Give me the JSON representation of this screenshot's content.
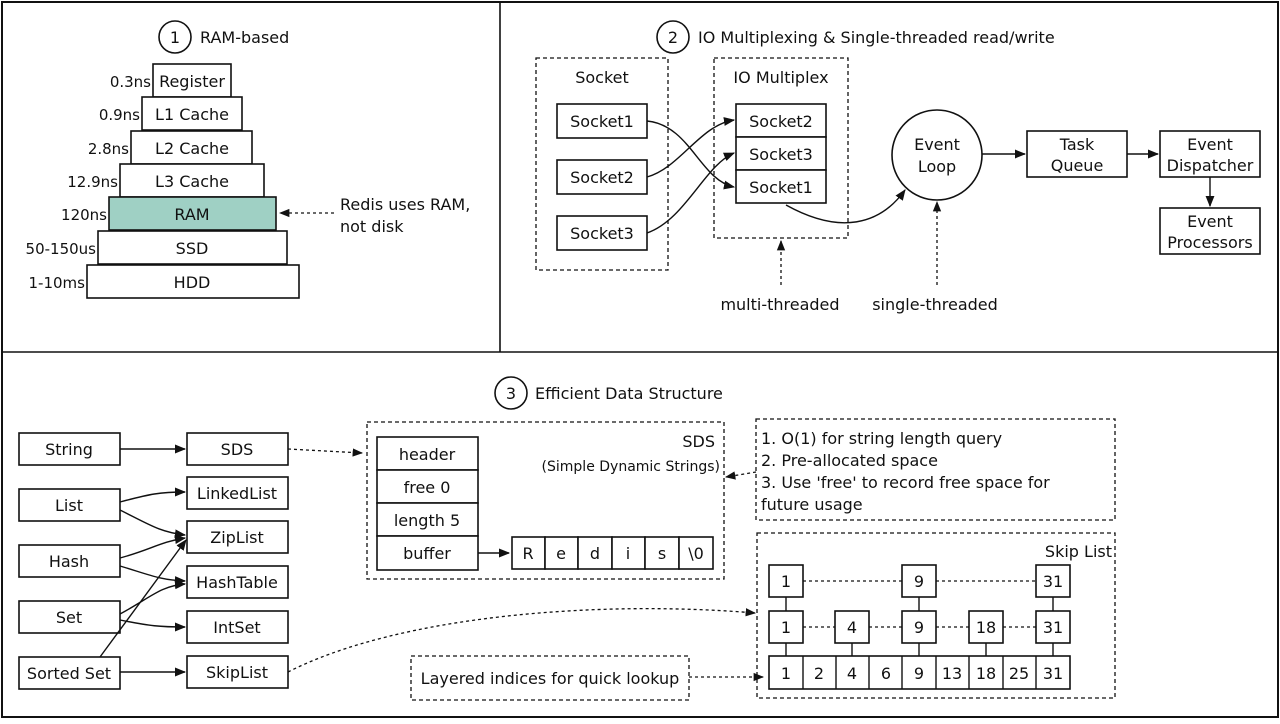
{
  "section1": {
    "number": "1",
    "title": "RAM-based",
    "levels": [
      {
        "latency": "0.3ns",
        "label": "Register"
      },
      {
        "latency": "0.9ns",
        "label": "L1 Cache"
      },
      {
        "latency": "2.8ns",
        "label": "L2 Cache"
      },
      {
        "latency": "12.9ns",
        "label": "L3 Cache"
      },
      {
        "latency": "120ns",
        "label": "RAM",
        "highlight": true
      },
      {
        "latency": "50-150us",
        "label": "SSD"
      },
      {
        "latency": "1-10ms",
        "label": "HDD"
      }
    ],
    "note_line1": "Redis uses RAM,",
    "note_line2": "not disk",
    "highlight_color": "#9fd0c4"
  },
  "section2": {
    "number": "2",
    "title": "IO Multiplexing & Single-threaded read/write",
    "socket_group": "Socket",
    "sockets": [
      "Socket1",
      "Socket2",
      "Socket3"
    ],
    "mux_group": "IO Multiplex",
    "mux_items": [
      "Socket2",
      "Socket3",
      "Socket1"
    ],
    "event_loop_line1": "Event",
    "event_loop_line2": "Loop",
    "task_queue_line1": "Task",
    "task_queue_line2": "Queue",
    "dispatcher_line1": "Event",
    "dispatcher_line2": "Dispatcher",
    "processors_line1": "Event",
    "processors_line2": "Processors",
    "multi_threaded": "multi-threaded",
    "single_threaded": "single-threaded"
  },
  "section3": {
    "number": "3",
    "title": "Efficient Data Structure",
    "types": [
      "String",
      "List",
      "Hash",
      "Set",
      "Sorted Set"
    ],
    "encodings": [
      "SDS",
      "LinkedList",
      "ZipList",
      "HashTable",
      "IntSet",
      "SkipList"
    ],
    "sds_title": "SDS",
    "sds_subtitle": "(Simple Dynamic Strings)",
    "sds_fields": [
      "header",
      "free 0",
      "length 5",
      "buffer"
    ],
    "buffer_chars": [
      "R",
      "e",
      "d",
      "i",
      "s",
      "\\0"
    ],
    "notes": [
      "1. O(1) for string length query",
      "2. Pre-allocated space",
      "3. Use 'free' to record free space for",
      "future usage"
    ],
    "skiplist_title": "Skip List",
    "skip_level2": [
      "1",
      "9",
      "31"
    ],
    "skip_level1": [
      "1",
      "4",
      "9",
      "18",
      "31"
    ],
    "skip_level0": [
      "1",
      "2",
      "4",
      "6",
      "9",
      "13",
      "18",
      "25",
      "31"
    ],
    "layered_note": "Layered indices for quick lookup"
  }
}
